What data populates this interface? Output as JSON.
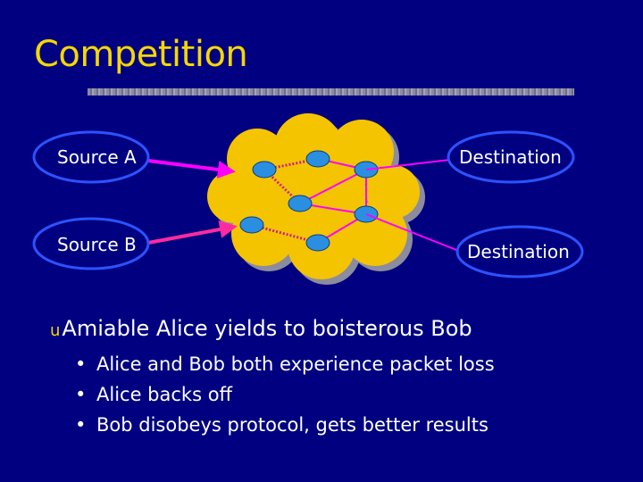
{
  "slide": {
    "title": "Competition"
  },
  "diagram": {
    "sources": [
      {
        "id": "source-a",
        "label": "Source A"
      },
      {
        "id": "source-b",
        "label": "Source B"
      }
    ],
    "destinations": [
      {
        "id": "destination-1",
        "label": "Destination"
      },
      {
        "id": "destination-2",
        "label": "Destination"
      }
    ],
    "colors": {
      "oval_fill": "#000080",
      "oval_stroke": "#2c52ff",
      "cloud_fill": "#f5c400",
      "cloud_shadow": "#8c8ca0",
      "router_fill": "#2a8fe0",
      "arrow_source_a": "#ff00ff",
      "arrow_source_b": "#ff2aa0",
      "link_solid": "#ff00ff",
      "link_dotted": "#cc2288"
    },
    "icons": [
      "router-node-icon",
      "network-cloud-icon",
      "arrow-icon"
    ]
  },
  "content": {
    "main_bullet": "Amiable Alice yields to boisterous Bob",
    "main_bullet_mark": "u",
    "sub_bullets": [
      "Alice and Bob both experience packet loss",
      "Alice backs off",
      "Bob disobeys protocol, gets better results"
    ],
    "sub_bullet_mark": "•"
  }
}
